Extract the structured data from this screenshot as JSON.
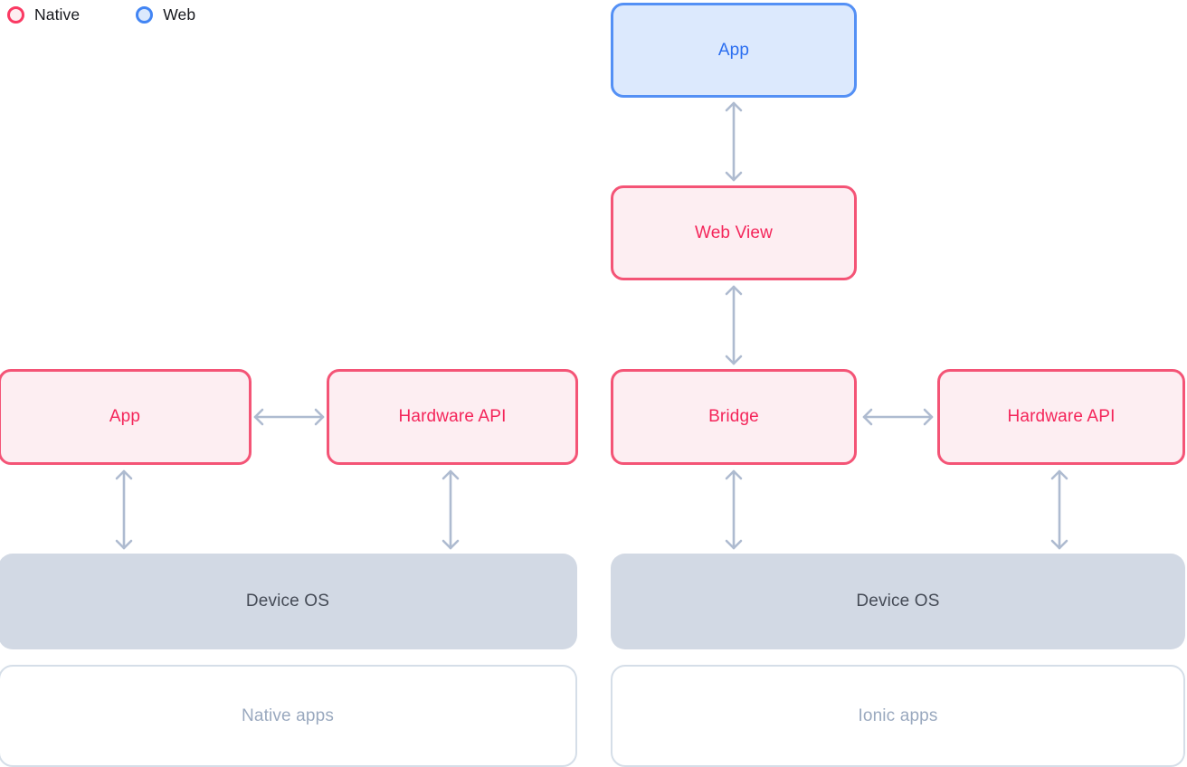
{
  "legend": {
    "items": [
      {
        "label": "Native",
        "icon": "circle-outline-icon",
        "stroke": "#fa3a63",
        "fill": "#fdeef2"
      },
      {
        "label": "Web",
        "icon": "circle-outline-icon",
        "stroke": "#4285f4",
        "fill": "#dce9fd"
      }
    ]
  },
  "colors": {
    "native_border": "#f45476",
    "native_fill": "#fdeef2",
    "native_text": "#f4255a",
    "web_border": "#5490f5",
    "web_fill": "#dce9fd",
    "web_text": "#2b6ef0",
    "os_fill": "#d2d9e4",
    "os_text": "#454b56",
    "outline_border": "#d5dee8",
    "outline_text": "#9aa9bf",
    "arrow": "#aebbd0"
  },
  "diagram": {
    "left_column": {
      "caption": "Native apps",
      "nodes": {
        "app": "App",
        "hardware_api": "Hardware API",
        "device_os": "Device OS"
      }
    },
    "right_column": {
      "caption": "Ionic apps",
      "nodes": {
        "app": "App",
        "web_view": "Web View",
        "bridge": "Bridge",
        "hardware_api": "Hardware API",
        "device_os": "Device OS"
      }
    }
  }
}
